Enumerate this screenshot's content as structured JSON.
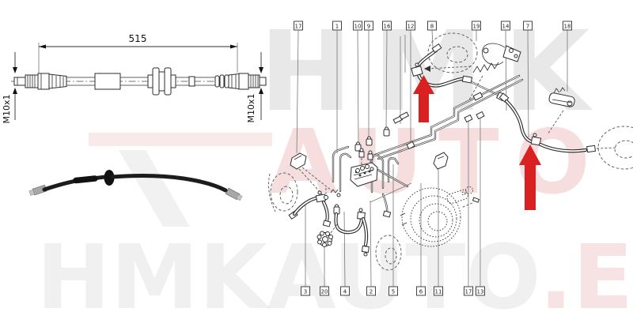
{
  "watermarks": {
    "center_line1": "HMK",
    "center_line2": "AUTO",
    "bottom_gray": "HMKAUTO",
    "bottom_red": ".EE"
  },
  "tech_drawing": {
    "dimension_label": "515",
    "thread_left": "M10x1",
    "thread_right": "M10x1"
  },
  "diagram": {
    "top_callouts": [
      {
        "label": "17"
      },
      {
        "label": "1"
      },
      {
        "label": "10"
      },
      {
        "label": "9"
      },
      {
        "label": "16"
      },
      {
        "label": "12"
      },
      {
        "label": "8"
      },
      {
        "label": "19"
      },
      {
        "label": "14"
      },
      {
        "label": "7"
      },
      {
        "label": "18"
      }
    ],
    "bottom_callouts": [
      {
        "label": "3"
      },
      {
        "label": "20"
      },
      {
        "label": "4"
      },
      {
        "label": "2"
      },
      {
        "label": "5"
      },
      {
        "label": "6"
      },
      {
        "label": "11"
      },
      {
        "label": "17"
      },
      {
        "label": "13"
      }
    ]
  },
  "colors": {
    "arrow_red": "#d92121",
    "line": "#2d2d2d"
  }
}
